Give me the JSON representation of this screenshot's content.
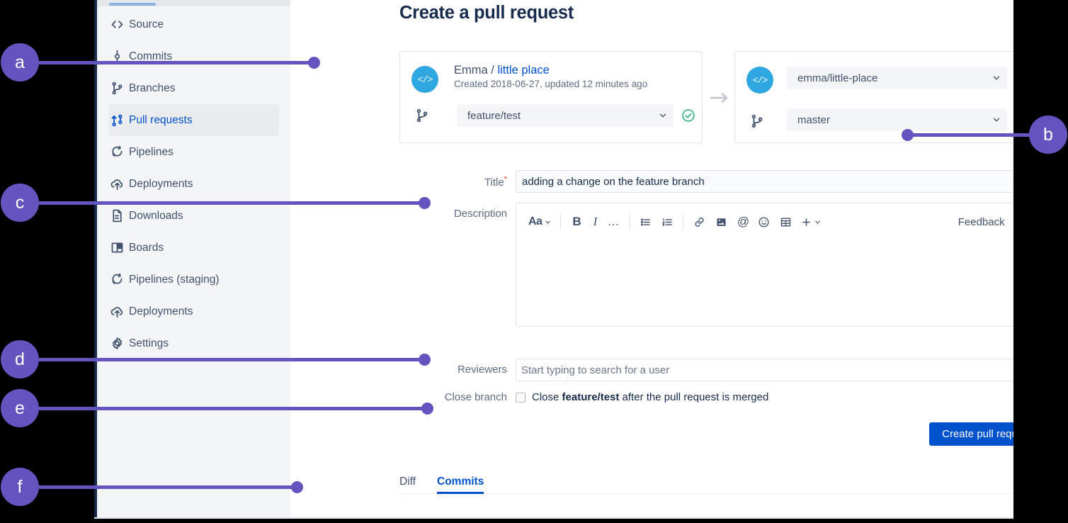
{
  "page": {
    "title": "Create a pull request"
  },
  "sidebar": {
    "items": [
      {
        "label": "Source",
        "icon": "code-icon",
        "active": false
      },
      {
        "label": "Commits",
        "icon": "commit-icon",
        "active": false
      },
      {
        "label": "Branches",
        "icon": "branch-icon",
        "active": false
      },
      {
        "label": "Pull requests",
        "icon": "pull-request-icon",
        "active": true
      },
      {
        "label": "Pipelines",
        "icon": "pipelines-icon",
        "active": false
      },
      {
        "label": "Deployments",
        "icon": "deployments-icon",
        "active": false
      },
      {
        "label": "Downloads",
        "icon": "downloads-icon",
        "active": false
      },
      {
        "label": "Boards",
        "icon": "boards-icon",
        "active": false
      },
      {
        "label": "Pipelines (staging)",
        "icon": "pipelines-icon",
        "active": false
      },
      {
        "label": "Deployments",
        "icon": "deployments-icon",
        "active": false
      },
      {
        "label": "Settings",
        "icon": "gear-icon",
        "active": false
      }
    ]
  },
  "source_card": {
    "avatar_glyph": "</>",
    "owner": "Emma",
    "separator": " / ",
    "repo_link": "little place",
    "meta": "Created 2018-06-27, updated 12 minutes ago",
    "branch_value": "feature/test",
    "status": "valid"
  },
  "destination_card": {
    "avatar_glyph": "</>",
    "repo_value": "emma/little-place",
    "branch_value": "master",
    "status": "valid"
  },
  "form": {
    "title_label": "Title",
    "title_required_mark": "*",
    "title_value": "adding a change on the feature branch",
    "description_label": "Description",
    "reviewers_label": "Reviewers",
    "reviewers_placeholder": "Start typing to search for a user",
    "close_branch_label": "Close branch",
    "close_branch_text_before": "Close ",
    "close_branch_branch": "feature/test",
    "close_branch_text_after": " after the pull request is merged",
    "close_branch_checked": false,
    "submit_label": "Create pull request"
  },
  "editor_toolbar": {
    "font_label": "Aa",
    "bold_label": "B",
    "italic_label": "I",
    "more_label": "…",
    "feedback_label": "Feedback",
    "help_label": "?",
    "icons": [
      "text-style-icon",
      "bold-icon",
      "italic-icon",
      "more-formatting-icon",
      "bullet-list-icon",
      "numbered-list-icon",
      "link-icon",
      "image-icon",
      "mention-icon",
      "emoji-icon",
      "table-icon",
      "insert-more-icon"
    ]
  },
  "bottom_tabs": [
    {
      "label": "Diff",
      "active": false
    },
    {
      "label": "Commits",
      "active": true
    }
  ],
  "callouts": [
    {
      "letter": "a",
      "target": "source-repo-card"
    },
    {
      "letter": "b",
      "target": "destination-branch-select"
    },
    {
      "letter": "c",
      "target": "title-and-description"
    },
    {
      "letter": "d",
      "target": "reviewers-field"
    },
    {
      "letter": "e",
      "target": "close-branch-checkbox"
    },
    {
      "letter": "f",
      "target": "diff-commits-tabs"
    }
  ],
  "colors": {
    "callout_purple": "#6554c0",
    "accent_blue": "#0052cc",
    "success_green": "#36b37e",
    "required_red": "#de350b",
    "sidebar_bg": "#f4f5f7",
    "text_primary": "#172b4d",
    "text_subtle": "#5e6c84"
  }
}
